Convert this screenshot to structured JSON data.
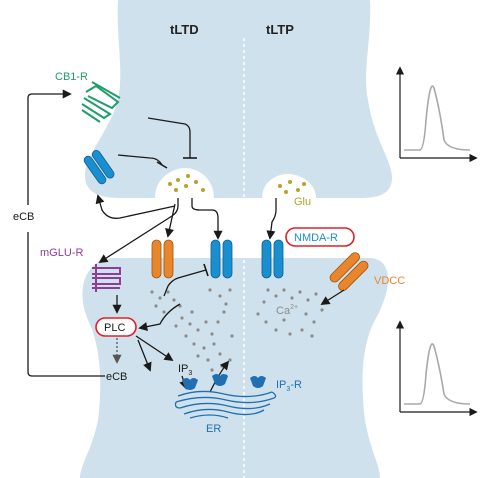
{
  "titles": {
    "left": "tLTD",
    "right": "tLTP"
  },
  "labels": {
    "cb1r": "CB1-R",
    "ecb_side": "eCB",
    "mglur": "mGLU-R",
    "glu": "Glu",
    "nmdar": "NMDA-R",
    "vdcc": "VDCC",
    "ca": "Ca",
    "ca_sup": "2+",
    "plc": "PLC",
    "ecb": "eCB",
    "ip3": "IP",
    "ip3_sub": "3",
    "ip3r": "IP",
    "ip3r_sub": "3",
    "ip3r_suffix": "-R",
    "er": "ER"
  },
  "colors": {
    "synapse_fill": "#cfe1ec",
    "cb1r": "#1f9e6a",
    "mglur": "#8e3d97",
    "receptor_blue": "#1a8fd0",
    "receptor_orange": "#e9862b",
    "glu_dots": "#b9a22a",
    "ca_dots": "#8c8c8c",
    "plc_border": "#e0202a",
    "er": "#1f6fb2",
    "trace": "#a9a9a9",
    "arrow": "#1a1a1a"
  },
  "icons": [
    "cb1-receptor-icon",
    "gpcr-icon",
    "ion-channel-icon",
    "er-icon",
    "ip3-receptor-icon"
  ]
}
